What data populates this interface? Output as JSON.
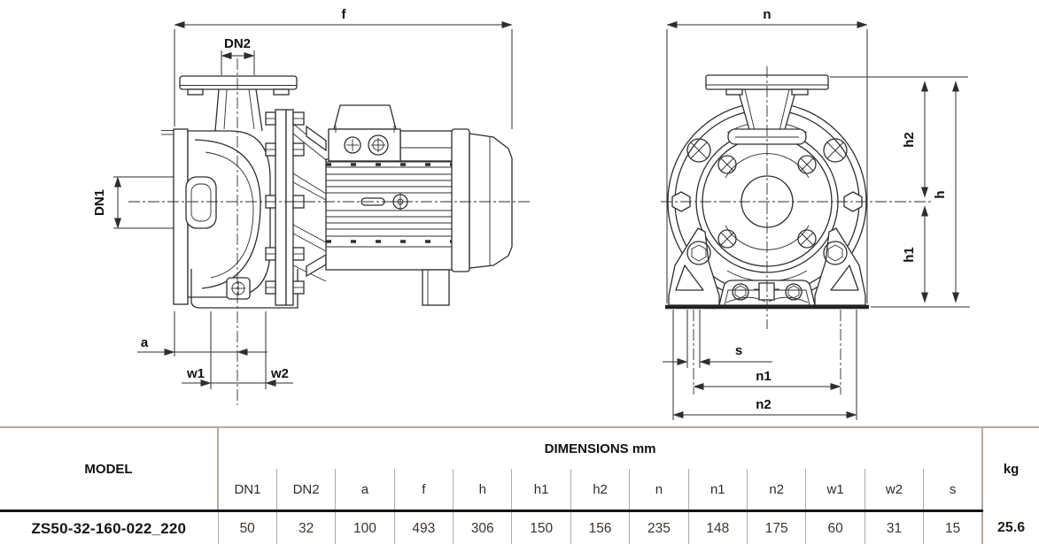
{
  "drawing": {
    "side_view_labels": {
      "f": "f",
      "dn2": "DN2",
      "dn1": "DN1",
      "a": "a",
      "w1": "w1",
      "w2": "w2"
    },
    "front_view_labels": {
      "n": "n",
      "h": "h",
      "h1": "h1",
      "h2": "h2",
      "s": "s",
      "n1": "n1",
      "n2": "n2"
    }
  },
  "table": {
    "model_header": "MODEL",
    "dimensions_header": "DIMENSIONS mm",
    "kg_header": "kg",
    "dim_headers": [
      "DN1",
      "DN2",
      "a",
      "f",
      "h",
      "h1",
      "h2",
      "n",
      "n1",
      "n2",
      "w1",
      "w2",
      "s"
    ],
    "row": {
      "model": "ZS50-32-160-022_220",
      "values": [
        "50",
        "32",
        "100",
        "493",
        "306",
        "150",
        "156",
        "235",
        "148",
        "175",
        "60",
        "31",
        "15"
      ],
      "kg": "25.6"
    }
  },
  "colors": {
    "line": "#2e2e2e",
    "table_separator": "#b3aaa4",
    "table_heavy_rule": "#141414",
    "value_text": "#3c342e",
    "background": "#ffffff"
  }
}
